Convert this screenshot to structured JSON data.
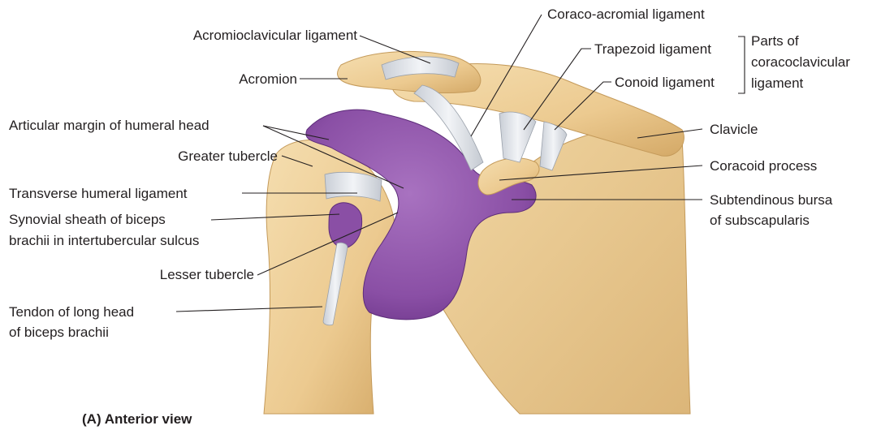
{
  "figure": {
    "caption": "(A) Anterior view",
    "colors": {
      "bone": "#edcf98",
      "bone_shadow": "#c99b55",
      "bursa": "#8e55a8",
      "bursa_dark": "#6a3488",
      "ligament": "#dfe3e8",
      "text": "#231f20"
    }
  },
  "labels": {
    "acromioclavicular": "Acromioclavicular ligament",
    "acromion": "Acromion",
    "articular_margin": "Articular margin of humeral head",
    "greater_tubercle": "Greater tubercle",
    "transverse_humeral": "Transverse humeral ligament",
    "synovial_sheath_1": "Synovial sheath of biceps",
    "synovial_sheath_2": "brachii in intertubercular sulcus",
    "lesser_tubercle": "Lesser tubercle",
    "tendon_1": "Tendon of long head",
    "tendon_2": "of biceps brachii",
    "coraco_acromial": "Coraco-acromial ligament",
    "trapezoid": "Trapezoid ligament",
    "conoid": "Conoid ligament",
    "parts_1": "Parts of",
    "parts_2": "coracoclavicular",
    "parts_3": "ligament",
    "clavicle": "Clavicle",
    "coracoid": "Coracoid process",
    "subtendinous_1": "Subtendinous bursa",
    "subtendinous_2": "of subscapularis"
  }
}
